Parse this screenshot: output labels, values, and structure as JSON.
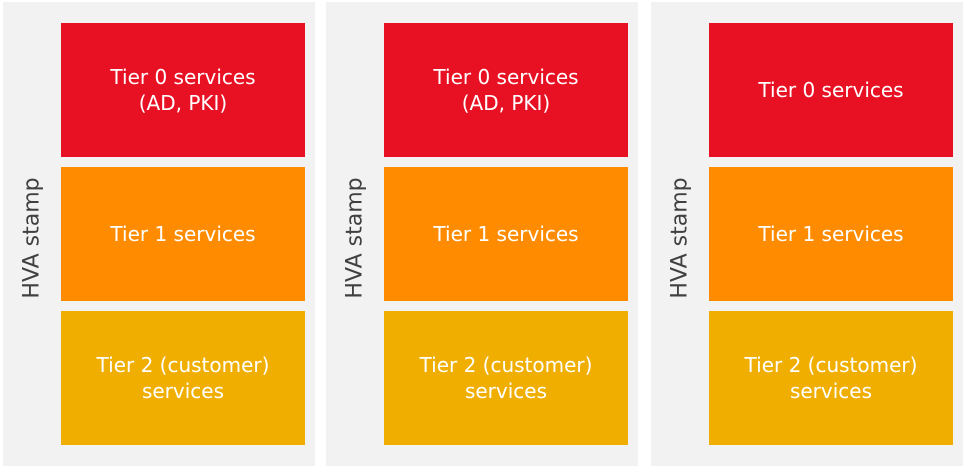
{
  "colors": {
    "panel_bg": "#f2f2f2",
    "tier0": "#e81123",
    "tier1": "#ff8c00",
    "tier2": "#efae00",
    "label": "#404040"
  },
  "panels": [
    {
      "stamp_label": "HVA stamp",
      "tiers": [
        {
          "label": "Tier 0 services\n(AD, PKI)"
        },
        {
          "label": "Tier 1 services"
        },
        {
          "label": "Tier 2 (customer)\nservices"
        }
      ]
    },
    {
      "stamp_label": "HVA stamp",
      "tiers": [
        {
          "label": "Tier 0 services\n(AD, PKI)"
        },
        {
          "label": "Tier 1 services"
        },
        {
          "label": "Tier 2 (customer)\nservices"
        }
      ]
    },
    {
      "stamp_label": "HVA stamp",
      "tiers": [
        {
          "label": "Tier 0 services"
        },
        {
          "label": "Tier 1 services"
        },
        {
          "label": "Tier 2 (customer)\nservices"
        }
      ]
    }
  ]
}
